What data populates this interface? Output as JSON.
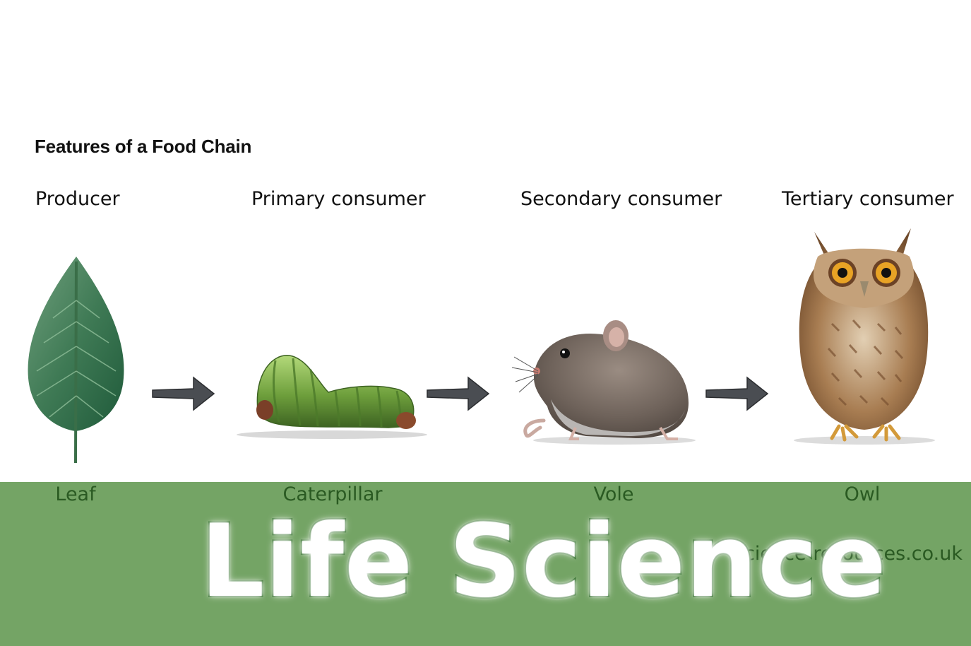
{
  "diagram": {
    "title": "Features of a Food Chain",
    "levels": [
      {
        "role": "Producer",
        "organism": "Leaf"
      },
      {
        "role": "Primary consumer",
        "organism": "Caterpillar"
      },
      {
        "role": "Secondary consumer",
        "organism": "Vole"
      },
      {
        "role": "Tertiary consumer",
        "organism": "Owl"
      }
    ],
    "credit": "science-resources.co.uk"
  },
  "banner": {
    "title": "Life Science",
    "color": "#74a465"
  },
  "icons": {
    "leaf": "leaf-icon",
    "caterpillar": "caterpillar-icon",
    "vole": "vole-icon",
    "owl": "owl-icon",
    "arrow": "arrow-right-icon"
  }
}
